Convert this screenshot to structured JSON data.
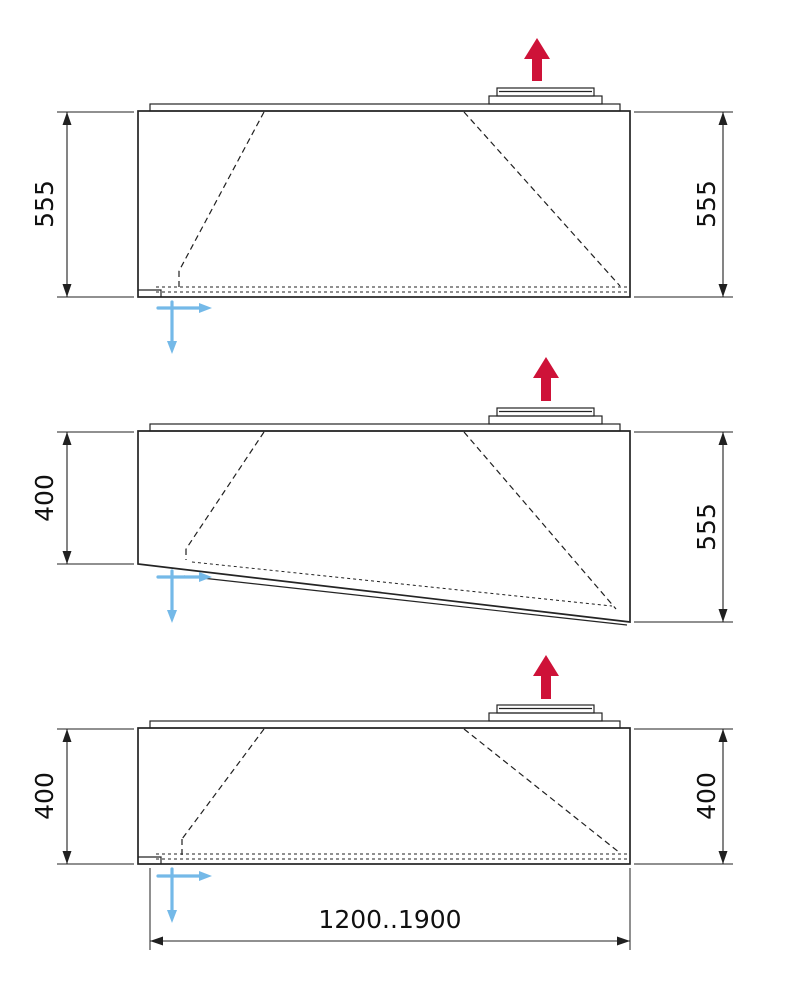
{
  "drawing": {
    "views": [
      {
        "left_height": "555",
        "right_height": "555"
      },
      {
        "left_height": "400",
        "right_height": "555"
      },
      {
        "left_height": "400",
        "right_height": "400"
      }
    ],
    "width_range": "1200..1900",
    "colors": {
      "line": "#242424",
      "exhaust_arrow": "#ce1238",
      "intake_arrow": "#74b9e8"
    }
  }
}
